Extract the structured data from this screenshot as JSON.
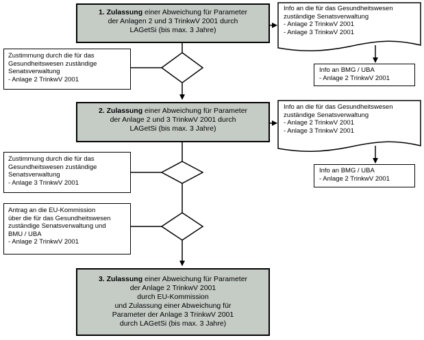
{
  "main_boxes": [
    {
      "lead": "1. Zulassung",
      "rest": " einer Abweichung für Parameter",
      "lines": [
        "der Anlagen 2 und 3 TrinkwV 2001 durch",
        "LAGetSi (bis max. 3 Jahre)"
      ]
    },
    {
      "lead": "2. Zulassung",
      "rest": " einer Abweichung für Parameter",
      "lines": [
        "der Anlage 2 und 3 TrinkwV 2001 durch",
        "LAGetSi (bis max. 3 Jahre)"
      ]
    },
    {
      "lead": "3. Zulassung",
      "rest": " einer Abweichung für Parameter",
      "lines": [
        "der Anlage 2 TrinkwV 2001",
        "durch EU-Kommission",
        "und Zulassung einer Abweichung für",
        "Parameter der Anlage 3 TrinkwV 2001",
        "durch LAGetSi (bis max. 3 Jahre)"
      ]
    }
  ],
  "condition_boxes": [
    {
      "lines": [
        "Zustimmung durch die für das",
        "Gesundheitswesen zuständige",
        "Senatsverwaltung",
        "- Anlage 2 TrinkwV 2001"
      ]
    },
    {
      "lines": [
        "Zustimmung durch die für das",
        "Gesundheitswesen zuständige",
        "Senatsverwaltung",
        "- Anlage 3 TrinkwV 2001"
      ]
    },
    {
      "lines": [
        "Antrag an die EU-Kommission",
        "über die für das Gesundheitswesen",
        "zuständige Senatsverwaltung und",
        "BMU / UBA",
        "- Anlage 2 TrinkwV 2001"
      ]
    }
  ],
  "info_boxes": [
    {
      "lines": [
        "Info an die für das Gesundheitswesen",
        "zuständige Senatsverwaltung",
        "- Anlage 2 TrinkwV 2001",
        "- Anlage 3 TrinkwV 2001"
      ]
    },
    {
      "lines": [
        "Info an BMG / UBA",
        "- Anlage 2 TrinkwV 2001"
      ]
    },
    {
      "lines": [
        "Info an die für das Gesundheitswesen",
        "zuständige Senatsverwaltung",
        "- Anlage 2 TrinkwV 2001",
        "- Anlage 3 TrinkwV 2001"
      ]
    },
    {
      "lines": [
        "Info an BMG / UBA",
        "- Anlage 2 TrinkwV 2001"
      ]
    }
  ],
  "colors": {
    "main_fill": "#c5ccc6",
    "stroke": "#000000",
    "background": "#ffffff"
  }
}
